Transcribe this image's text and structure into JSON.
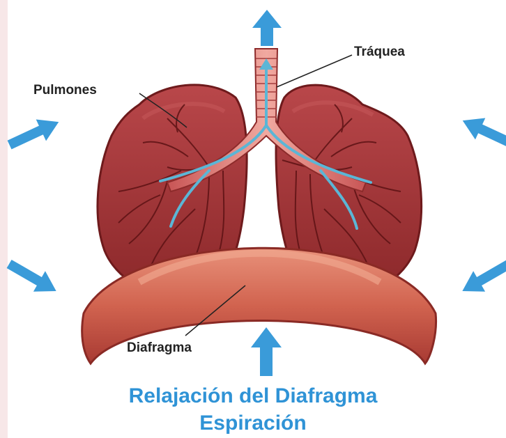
{
  "labels": {
    "trachea": "Tráquea",
    "lungs": "Pulmones",
    "diaphragm": "Diafragma"
  },
  "caption": {
    "line1": "Relajación del Diafragma",
    "line2": "Espiración"
  },
  "colors": {
    "arrow": "#3a9bd9",
    "lung": "#a8393a",
    "lung_dark": "#7e1f21",
    "diaphragm": "#c9584a",
    "diaphragm_light": "#e7876a",
    "airway": "#5bb6d6",
    "caption": "#2f93d6"
  },
  "icons": [
    "arrow-up-icon",
    "arrow-out-icon",
    "arrow-in-icon"
  ]
}
